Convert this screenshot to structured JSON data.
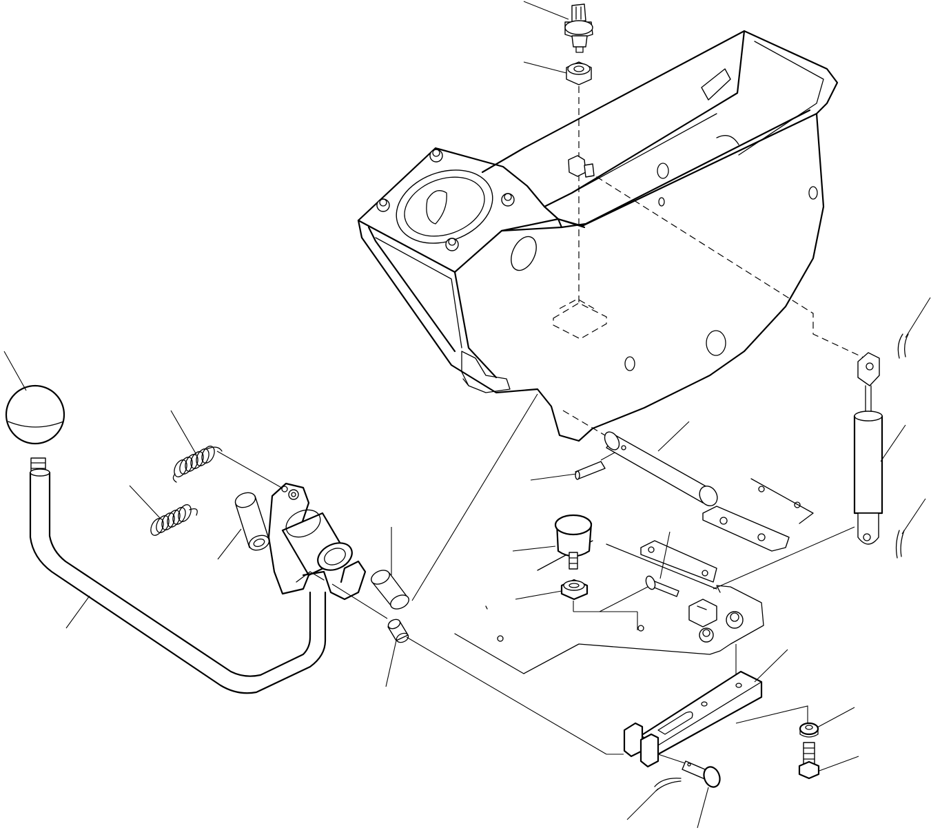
{
  "diagram": {
    "parts": [
      {
        "id": "pressure-switch"
      },
      {
        "id": "nut-upper"
      },
      {
        "id": "pedal-frame"
      },
      {
        "id": "lever-knob"
      },
      {
        "id": "return-spring-upper"
      },
      {
        "id": "return-spring-lower"
      },
      {
        "id": "bushing-left"
      },
      {
        "id": "shift-lever"
      },
      {
        "id": "bushing-right"
      },
      {
        "id": "bushing-small"
      },
      {
        "id": "pivot-pin"
      },
      {
        "id": "roll-pin"
      },
      {
        "id": "stopper"
      },
      {
        "id": "nut-stopper"
      },
      {
        "id": "bolt-small"
      },
      {
        "id": "gas-spring"
      },
      {
        "id": "clip-upper"
      },
      {
        "id": "clip-lower"
      },
      {
        "id": "link-plate"
      },
      {
        "id": "washer"
      },
      {
        "id": "bolt"
      },
      {
        "id": "cotter-pin"
      },
      {
        "id": "clevis-pin"
      }
    ]
  }
}
